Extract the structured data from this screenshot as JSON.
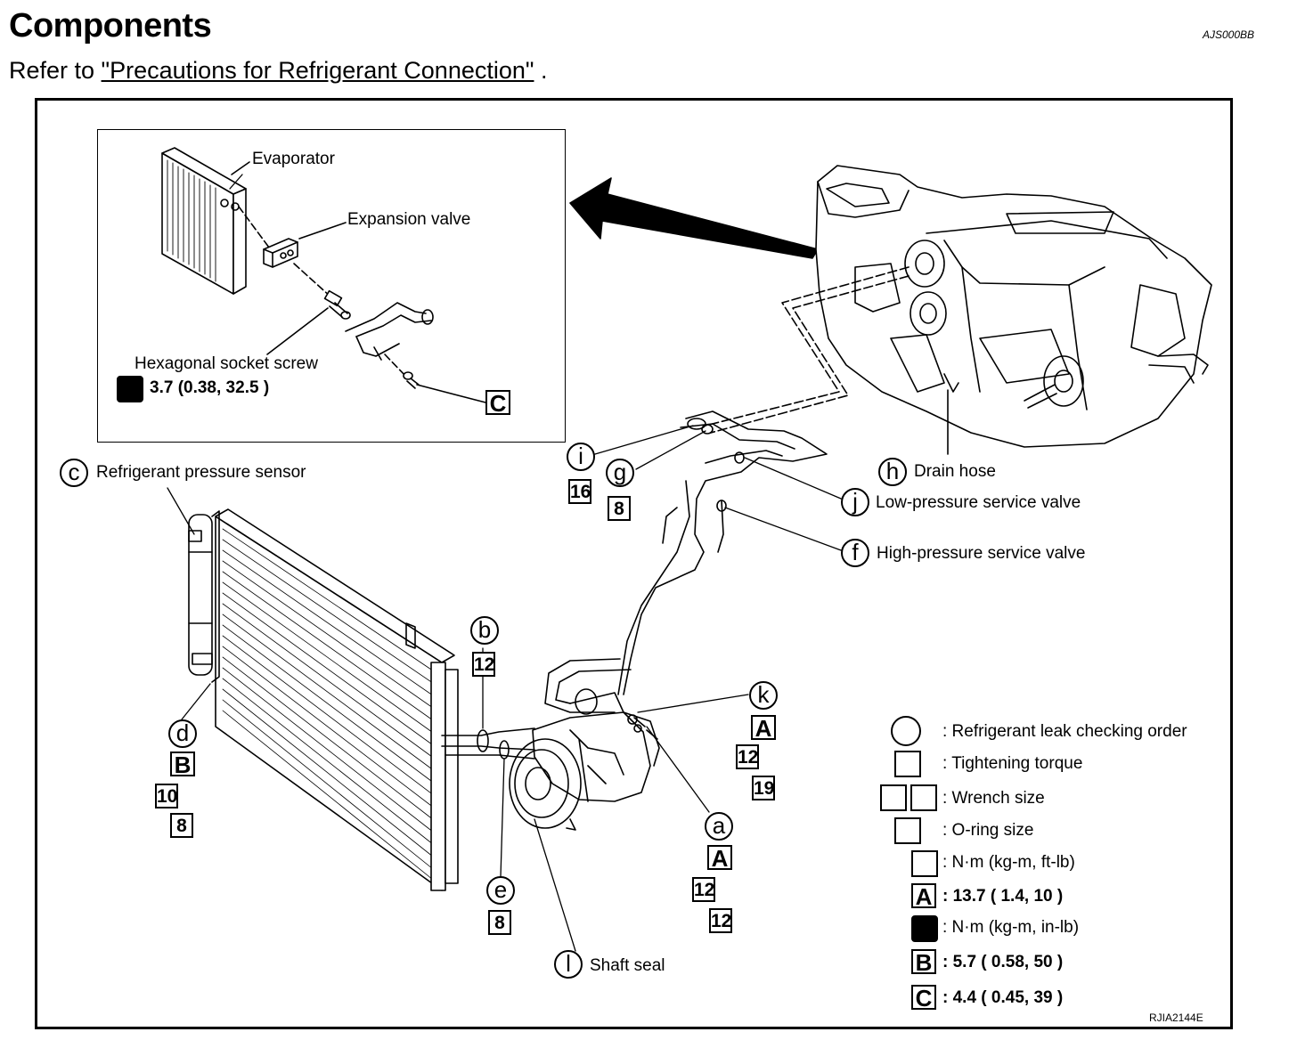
{
  "header": {
    "title": "Components",
    "code": "AJS000BB",
    "refer_prefix": "Refer to ",
    "refer_link": "\"Precautions for Refrigerant Connection\"",
    "refer_suffix": " ."
  },
  "inset": {
    "evaporator": "Evaporator",
    "expansion_valve": "Expansion valve",
    "hex_screw": "Hexagonal socket screw",
    "hex_torque": "3.7 (0.38, 32.5 )",
    "c_box": "C"
  },
  "callouts": {
    "c": "c",
    "c_label": "Refrigerant pressure sensor",
    "i": "i",
    "i_box": "16",
    "g": "g",
    "g_box": "8",
    "h": "h",
    "h_label": "Drain hose",
    "j": "j",
    "j_label": "Low-pressure service valve",
    "f": "f",
    "f_label": "High-pressure service valve",
    "b": "b",
    "b_box": "12",
    "k": "k",
    "k_box1": "A",
    "k_box2": "12",
    "k_box3": "19",
    "d": "d",
    "d_box1": "B",
    "d_box2": "10",
    "d_box3": "8",
    "a": "a",
    "a_box1": "A",
    "a_box2": "12",
    "a_box3": "12",
    "e": "e",
    "e_box": "8",
    "l": "l",
    "l_label": "Shaft seal"
  },
  "legend": {
    "leak_order": ": Refrigerant leak checking order",
    "tightening": ": Tightening torque",
    "wrench": ": Wrench size",
    "oring": ": O-ring size",
    "nm_ftlb": ": N·m (kg-m, ft-lb)",
    "a_letter": "A",
    "a_value": ": 13.7  ( 1.4, 10 )",
    "nm_inlb": ": N·m (kg-m, in-lb)",
    "b_letter": "B",
    "b_value": ": 5.7  ( 0.58, 50 )",
    "c_letter": "C",
    "c_value": ": 4.4  ( 0.45, 39 )"
  },
  "figure_code": "RJIA2144E"
}
